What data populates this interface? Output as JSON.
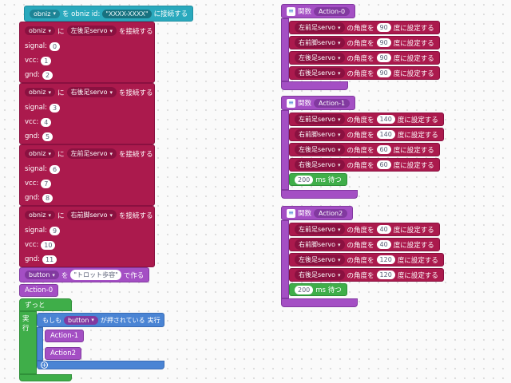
{
  "colors": {
    "teal": "#2aa9bd",
    "crimson": "#ab1a4d",
    "purple": "#a44fc4",
    "green": "#3fae49",
    "blue": "#4a84d4",
    "background": "#fafafa"
  },
  "labels": {
    "obniz": "obniz",
    "wo_obniz_id": "を obniz id:",
    "connect_to": "に接続する",
    "ni": "に",
    "connect_suffix": "を接続する",
    "signal": "signal:",
    "vcc": "vcc:",
    "gnd": "gnd:",
    "button": "button",
    "wo": "を",
    "create_with": "で作る",
    "forever": "ずっと",
    "do": "実行",
    "if": "もしも",
    "is_pressed": "が押されている",
    "angle_prefix": "の角度を",
    "angle_suffix": "度に設定する",
    "function": "関数",
    "ms_wait": "ms 待つ"
  },
  "obniz_connect": {
    "id": "\"XXXX-XXXX\""
  },
  "button_create": {
    "value": "\"トロット歩容\""
  },
  "action_calls": {
    "main": "Action-0",
    "if_body": [
      "Action-1",
      "Action2"
    ]
  },
  "servo_connects": [
    {
      "servo": "左後足servo",
      "signal": "0",
      "vcc": "1",
      "gnd": "2"
    },
    {
      "servo": "右後足servo",
      "signal": "3",
      "vcc": "4",
      "gnd": "5"
    },
    {
      "servo": "左前足servo",
      "signal": "6",
      "vcc": "7",
      "gnd": "8"
    },
    {
      "servo": "右前脚servo",
      "signal": "9",
      "vcc": "10",
      "gnd": "11"
    }
  ],
  "functions": [
    {
      "name": "Action-0",
      "rows": [
        {
          "servo": "左前足servo",
          "angle": "90"
        },
        {
          "servo": "右前脚servo",
          "angle": "90"
        },
        {
          "servo": "左後足servo",
          "angle": "90"
        },
        {
          "servo": "右後足servo",
          "angle": "90"
        }
      ],
      "wait_ms": null
    },
    {
      "name": "Action-1",
      "rows": [
        {
          "servo": "左前足servo",
          "angle": "140"
        },
        {
          "servo": "右前脚servo",
          "angle": "140"
        },
        {
          "servo": "左後足servo",
          "angle": "60"
        },
        {
          "servo": "右後足servo",
          "angle": "60"
        }
      ],
      "wait_ms": "200"
    },
    {
      "name": "Action2",
      "rows": [
        {
          "servo": "左前足servo",
          "angle": "40"
        },
        {
          "servo": "右前脚servo",
          "angle": "40"
        },
        {
          "servo": "左後足servo",
          "angle": "120"
        },
        {
          "servo": "右後足servo",
          "angle": "120"
        }
      ],
      "wait_ms": "200"
    }
  ]
}
